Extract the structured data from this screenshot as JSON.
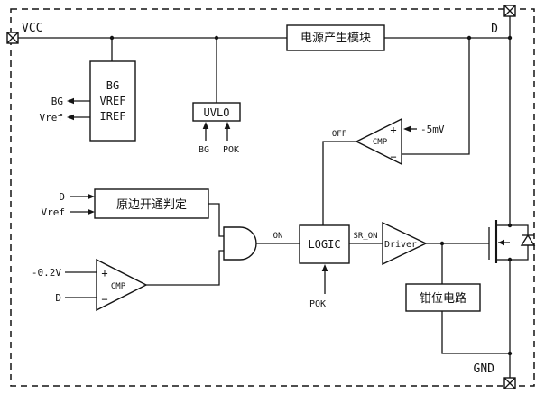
{
  "pins": {
    "vcc": "VCC",
    "d": "D",
    "gnd": "GND"
  },
  "blocks": {
    "power_module": "电源产生模块",
    "bandgap_line1": "BG",
    "bandgap_line2": "VREF",
    "bandgap_line3": "IREF",
    "uvlo": "UVLO",
    "primary_on_detect": "原边开通判定",
    "logic": "LOGIC",
    "driver": "Driver",
    "clamp": "钳位电路"
  },
  "comparators": {
    "off_cmp_label": "CMP",
    "on_cmp_label": "CMP",
    "plus_sign": "+",
    "minus_sign": "−"
  },
  "signals": {
    "bg_out": "BG",
    "vref_out": "Vref",
    "uvlo_bg_in": "BG",
    "uvlo_pok_in": "POK",
    "neg_5mv_ref": "-5mV",
    "off": "OFF",
    "detect_d_in": "D",
    "detect_vref_in": "Vref",
    "neg_0v2_ref": "-0.2V",
    "cmp_d_in": "D",
    "on": "ON",
    "pok": "POK",
    "sr_on": "SR_ON"
  }
}
